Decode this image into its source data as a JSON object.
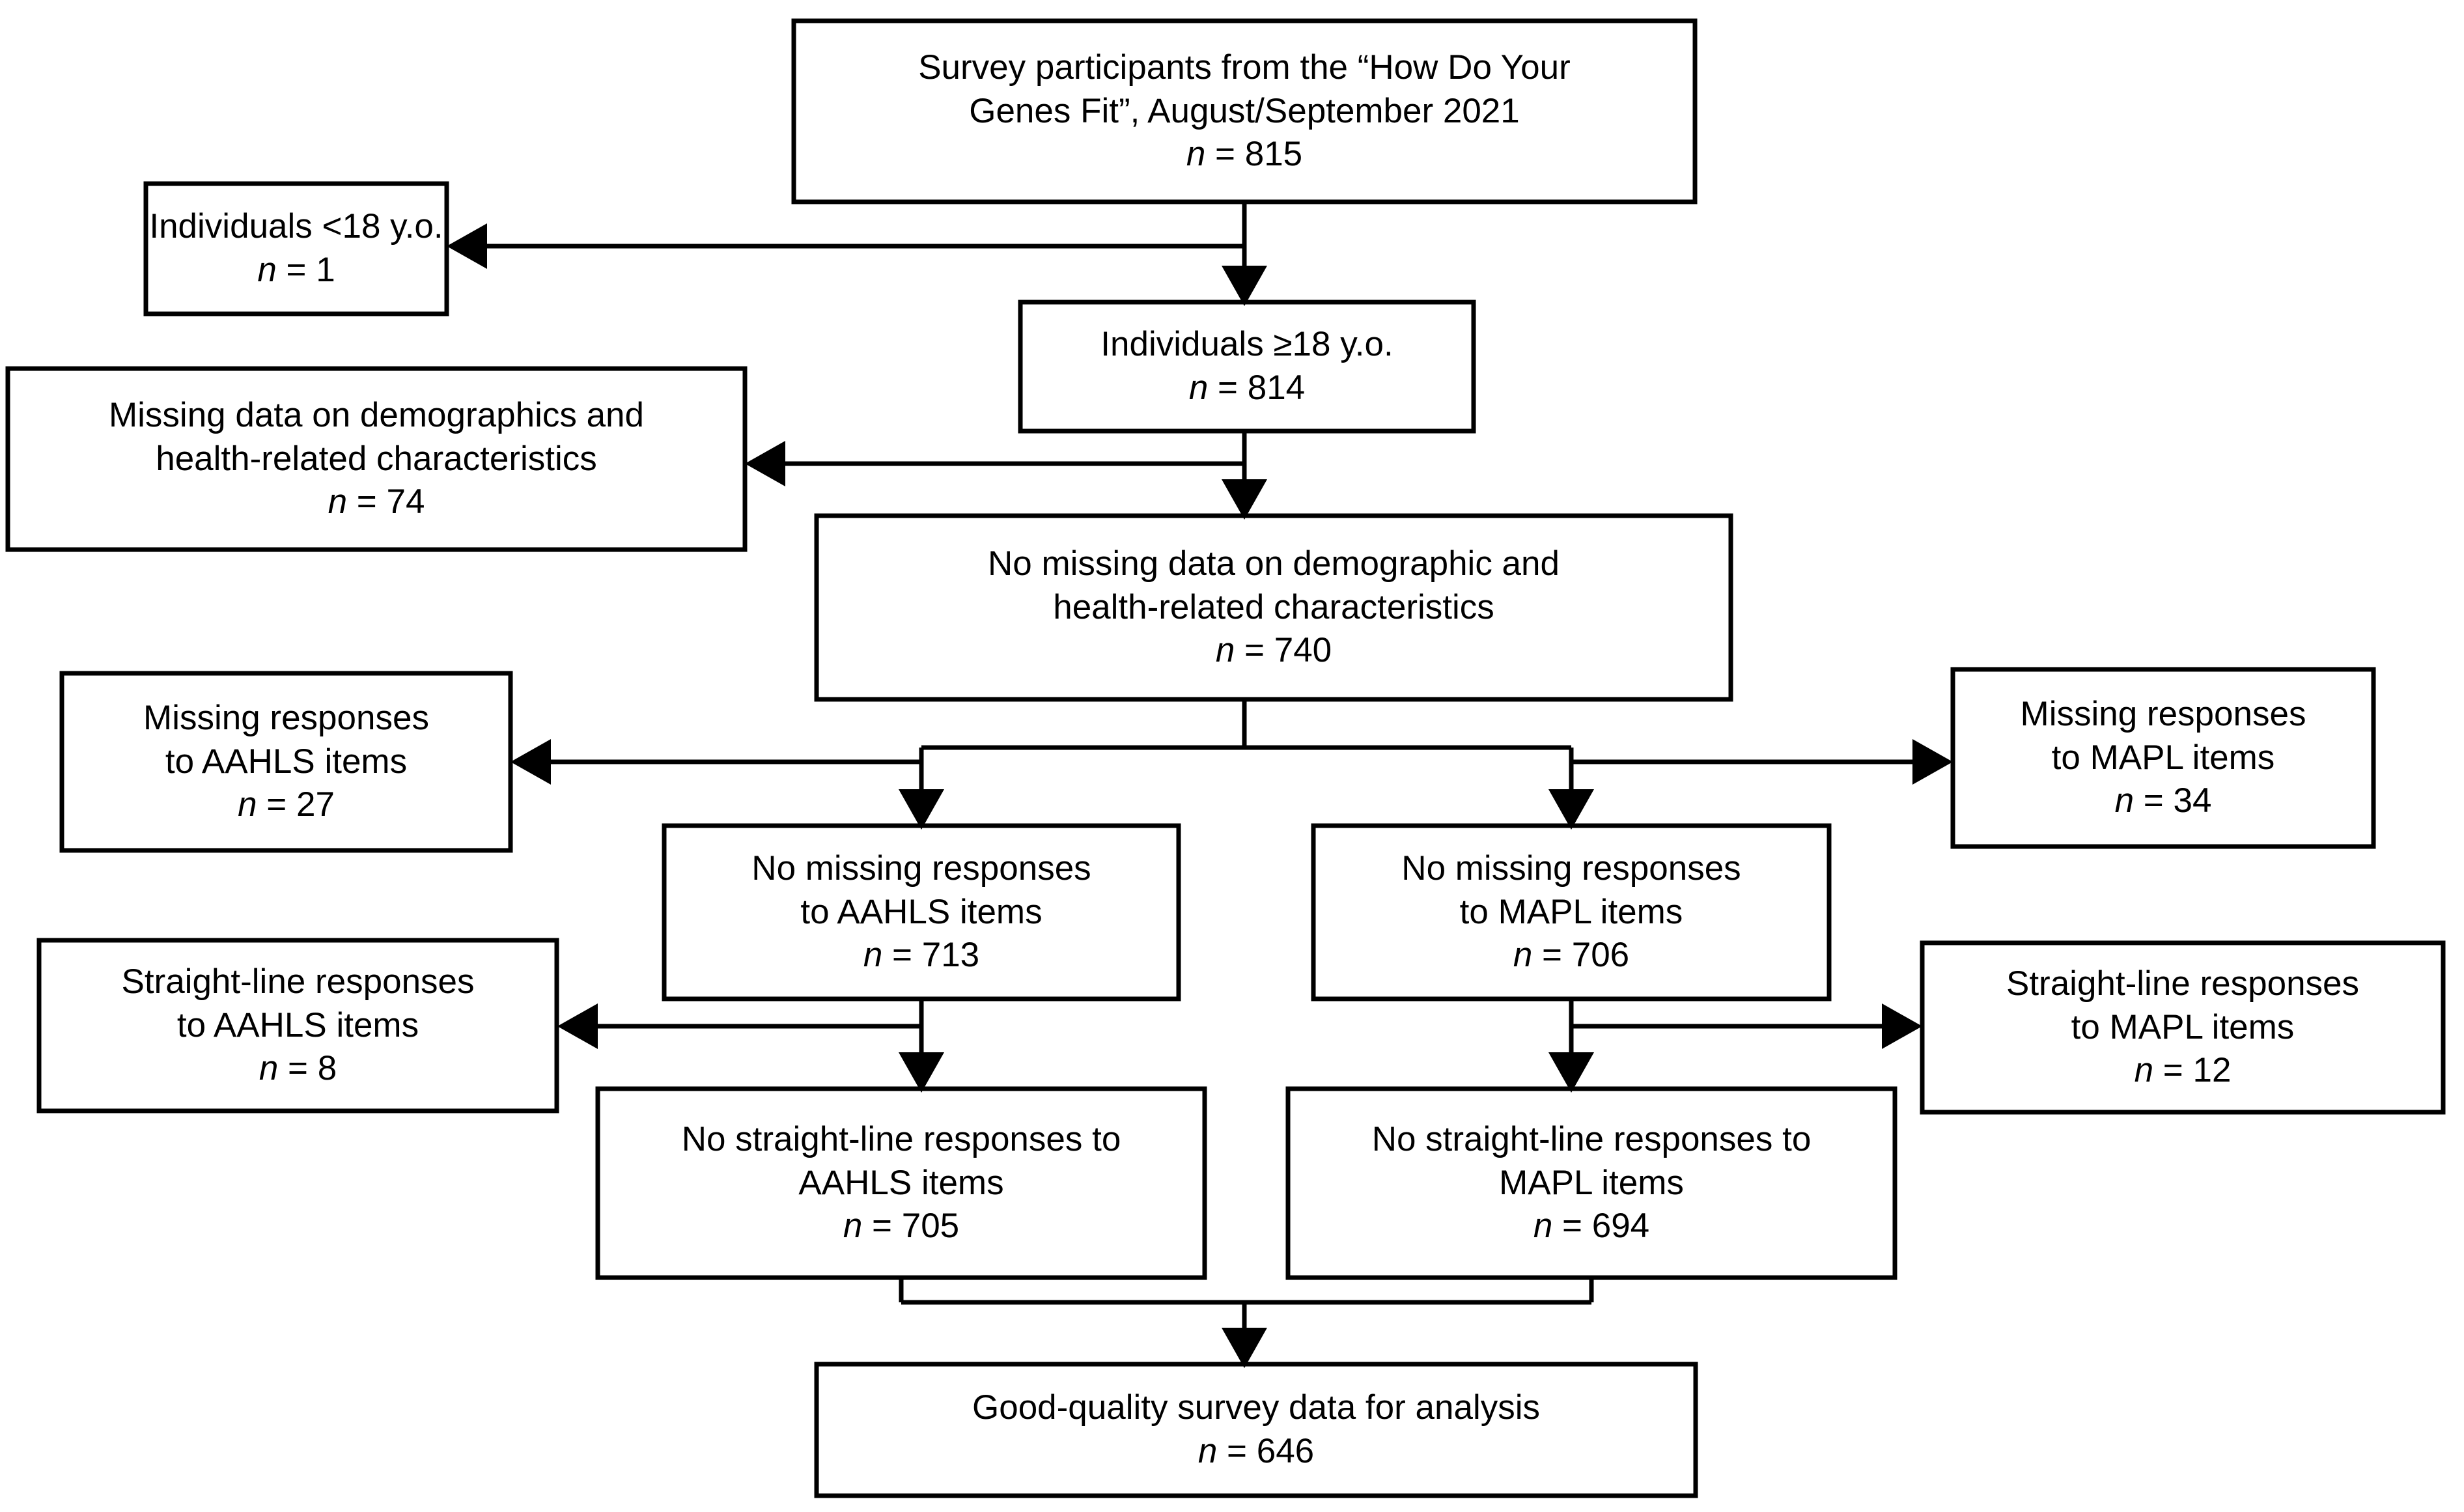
{
  "figure": {
    "type": "flowchart",
    "title": "Survey participant selection flow diagram",
    "colors": {
      "background": "#ffffff",
      "box_stroke": "#000000",
      "connector": "#000000",
      "text": "#000000"
    }
  },
  "nodes": {
    "source": {
      "id": "source",
      "lines": [
        "Survey participants from the “How Do Your",
        "Genes Fit”, August/September 2021"
      ],
      "n_label": "n",
      "n_sep": " = ",
      "n_value": "815",
      "n_text": "n = 815"
    },
    "excluded_minors": {
      "id": "excluded-minors",
      "lines": [
        "Individuals <18 y.o."
      ],
      "n_label": "n",
      "n_sep": " = ",
      "n_value": "1",
      "n_text": "n = 1"
    },
    "adults": {
      "id": "adults",
      "lines": [
        "Individuals ≥18 y.o."
      ],
      "n_label": "n",
      "n_sep": " = ",
      "n_value": "814",
      "n_text": "n = 814"
    },
    "excluded_missing_demo": {
      "id": "excluded-missing-demographics",
      "lines": [
        "Missing data on demographics and",
        "health-related characteristics"
      ],
      "n_label": "n",
      "n_sep": " = ",
      "n_value": "74",
      "n_text": "n = 74"
    },
    "no_missing_demo": {
      "id": "no-missing-demographics",
      "lines": [
        "No missing data on demographic and",
        "health-related characteristics"
      ],
      "n_label": "n",
      "n_sep": " = ",
      "n_value": "740",
      "n_text": "n = 740"
    },
    "excluded_missing_aahls": {
      "id": "excluded-missing-aahls",
      "lines": [
        "Missing responses",
        "to AAHLS items"
      ],
      "n_label": "n",
      "n_sep": " = ",
      "n_value": "27",
      "n_text": "n = 27"
    },
    "excluded_missing_mapl": {
      "id": "excluded-missing-mapl",
      "lines": [
        "Missing responses",
        "to MAPL items"
      ],
      "n_label": "n",
      "n_sep": " = ",
      "n_value": "34",
      "n_text": "n = 34"
    },
    "no_missing_aahls": {
      "id": "no-missing-aahls",
      "lines": [
        "No missing responses",
        "to AAHLS items"
      ],
      "n_label": "n",
      "n_sep": " = ",
      "n_value": "713",
      "n_text": "n = 713"
    },
    "no_missing_mapl": {
      "id": "no-missing-mapl",
      "lines": [
        "No missing responses",
        "to MAPL items"
      ],
      "n_label": "n",
      "n_sep": " = ",
      "n_value": "706",
      "n_text": "n = 706"
    },
    "excluded_straight_aahls": {
      "id": "excluded-straightline-aahls",
      "lines": [
        "Straight-line responses",
        "to AAHLS items"
      ],
      "n_label": "n",
      "n_sep": " = ",
      "n_value": "8",
      "n_text": "n = 8"
    },
    "excluded_straight_mapl": {
      "id": "excluded-straightline-mapl",
      "lines": [
        "Straight-line responses",
        "to MAPL items"
      ],
      "n_label": "n",
      "n_sep": " = ",
      "n_value": "12",
      "n_text": "n = 12"
    },
    "no_straight_aahls": {
      "id": "no-straightline-aahls",
      "lines": [
        "No straight-line responses to",
        "AAHLS items"
      ],
      "n_label": "n",
      "n_sep": " = ",
      "n_value": "705",
      "n_text": "n = 705"
    },
    "no_straight_mapl": {
      "id": "no-straightline-mapl",
      "lines": [
        "No straight-line responses to",
        "MAPL items"
      ],
      "n_label": "n",
      "n_sep": " = ",
      "n_value": "694",
      "n_text": "n = 694"
    },
    "final": {
      "id": "final-analysis-sample",
      "lines": [
        "Good-quality survey data for analysis"
      ],
      "n_label": "n",
      "n_sep": " = ",
      "n_value": "646",
      "n_text": "n = 646"
    }
  }
}
